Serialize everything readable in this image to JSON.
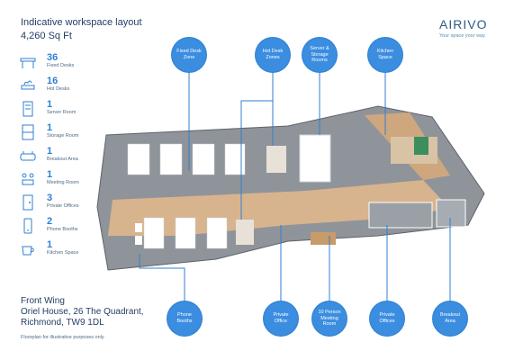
{
  "header": {
    "title": "Indicative workspace layout",
    "area": "4,260 Sq Ft"
  },
  "logo": {
    "name": "AIRIVO",
    "tagline": "Your space your way"
  },
  "legend": [
    {
      "count": "36",
      "label": "Fixed Desks",
      "icon": "desk-icon"
    },
    {
      "count": "16",
      "label": "Hot Desks",
      "icon": "hot-desk-icon"
    },
    {
      "count": "1",
      "label": "Server Room",
      "icon": "server-icon"
    },
    {
      "count": "1",
      "label": "Storage Room",
      "icon": "storage-icon"
    },
    {
      "count": "1",
      "label": "Breakout Area",
      "icon": "sofa-icon"
    },
    {
      "count": "1",
      "label": "Meeting Room",
      "icon": "meeting-icon"
    },
    {
      "count": "3",
      "label": "Private Offices",
      "icon": "door-icon"
    },
    {
      "count": "2",
      "label": "Phone Booths",
      "icon": "phone-icon"
    },
    {
      "count": "1",
      "label": "Kitchen Space",
      "icon": "cup-icon"
    }
  ],
  "callouts_top": [
    {
      "label": "Fixed Desk Zone"
    },
    {
      "label": "Hot Desk Zones"
    },
    {
      "label": "Server & Storage Rooms"
    },
    {
      "label": "Kitchen Space"
    }
  ],
  "callouts_bottom": [
    {
      "label": "Phone Booths"
    },
    {
      "label": "Private Office"
    },
    {
      "label": "10 Person Meeting Room"
    },
    {
      "label": "Private Offices"
    },
    {
      "label": "Breakout Area"
    }
  ],
  "address": {
    "line1": "Front Wing",
    "line2": "Oriel House, 26 The Quadrant,",
    "line3": "Richmond, TW9 1DL"
  },
  "disclaimer": "Floorplan for illustrative purposes only",
  "colors": {
    "accent": "#3b8de0",
    "text": "#233d63",
    "floor": "#8f949a",
    "wood": "#d7b48d"
  }
}
